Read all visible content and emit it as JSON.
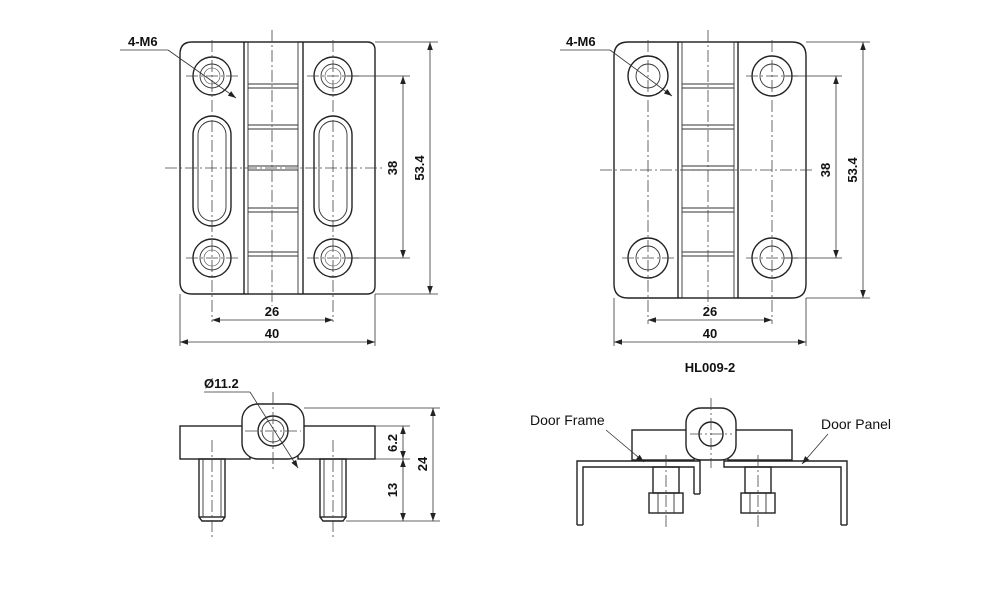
{
  "views": {
    "top_left": {
      "thread_callout": "4-M6",
      "dim_height_outer": "53.4",
      "dim_height_holes": "38",
      "dim_width_holes": "26",
      "dim_width_outer": "40"
    },
    "top_right": {
      "thread_callout": "4-M6",
      "dim_height_outer": "53.4",
      "dim_height_holes": "38",
      "dim_width_holes": "26",
      "dim_width_outer": "40",
      "model_label": "HL009-2"
    },
    "side_left": {
      "knuckle_diameter": "Ø11.2",
      "dim_plate_thickness": "6.2",
      "dim_stud_length": "13",
      "dim_total_height": "24"
    },
    "side_right": {
      "door_frame_label": "Door Frame",
      "door_panel_label": "Door Panel"
    }
  }
}
